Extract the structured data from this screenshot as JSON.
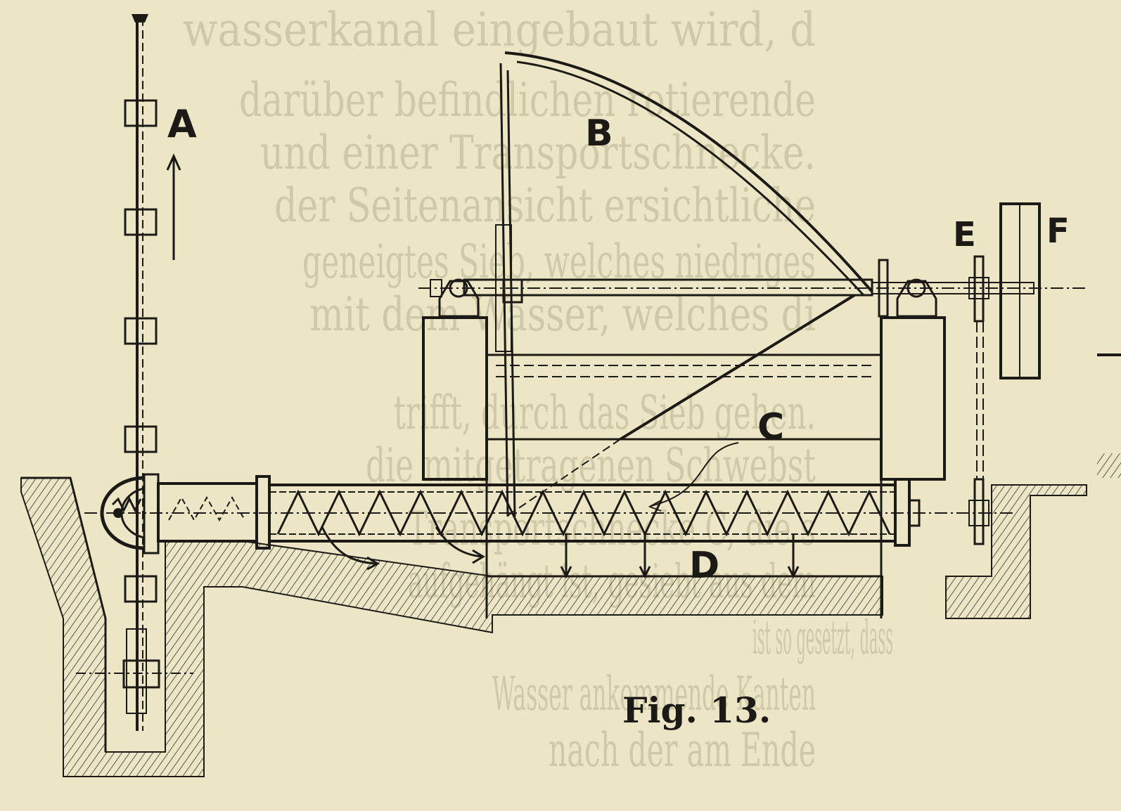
{
  "labels": {
    "a": "A",
    "b": "B",
    "c": "C",
    "d": "D",
    "e": "E",
    "f": "F"
  },
  "caption": "Fig. 13.",
  "background_text": [
    "wasserkanal eingebaut wird, d",
    "darüber befindlichen rotierende",
    "und einer Transportschnecke.",
    "der Seitenansicht ersichtliche",
    "geneigtes Sieb, welches niedriges",
    "mit dem Wasser, welches di",
    "trifft, durch das Sieb gehen.",
    "die mitgetragenen Schwebst",
    "Transportschnecke C, die s",
    "aufgehängt ist, gesiebt aus dem",
    "ist so gesetzt, dass",
    "Wasser ankommende Kanten",
    "nach der am Ende"
  ],
  "colors": {
    "paper": "#ece6c6",
    "ink": "#1c1a16",
    "bleed": "#cfc9a8"
  }
}
